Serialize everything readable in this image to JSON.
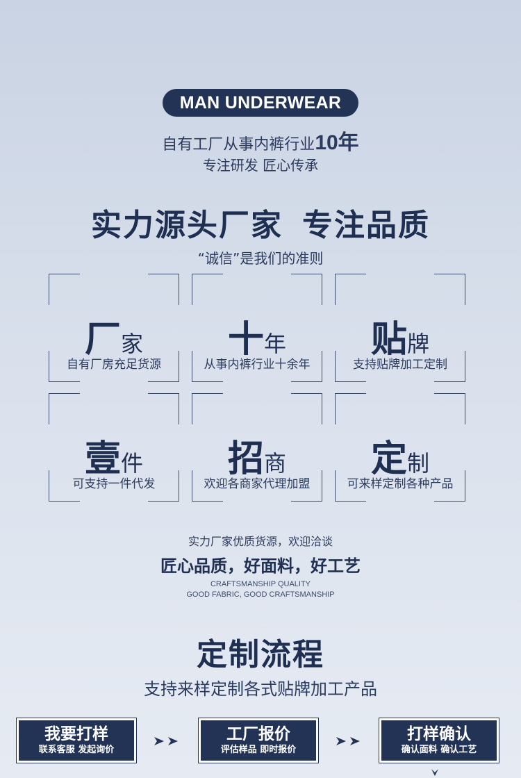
{
  "header": {
    "badge": "MAN UNDERWEAR",
    "intro_line1": "自有工厂从事内裤行业",
    "intro_years": "10年",
    "intro_line2": "专注研发  匠心传承"
  },
  "section1": {
    "title_part1": "实力源头厂家",
    "title_part2": "专注品质",
    "motto": "“诚信”是我们的准则"
  },
  "features": [
    {
      "big": "厂",
      "small": "家",
      "desc": "自有厂房充足货源"
    },
    {
      "big": "十",
      "small": "年",
      "desc": "从事内裤行业十余年"
    },
    {
      "big": "贴",
      "small": "牌",
      "desc": "支持贴牌加工定制"
    },
    {
      "big": "壹",
      "small": "件",
      "desc": "可支持一件代发"
    },
    {
      "big": "招",
      "small": "商",
      "desc": "欢迎各商家代理加盟"
    },
    {
      "big": "定",
      "small": "制",
      "desc": "可来样定制各种产品"
    }
  ],
  "tagline": {
    "line1": "实力厂家优质货源，欢迎洽谈",
    "line2": "匠心品质，好面料，好工艺",
    "en1": "CRAFTSMANSHIP QUALITY",
    "en2": "GOOD FABRIC, GOOD CRAFTSMANSHIP"
  },
  "process": {
    "title": "定制流程",
    "subtitle": "支持来样定制各式贴牌加工产品",
    "steps": [
      {
        "title": "我要打样",
        "sub": "联系客服 发起询价"
      },
      {
        "title": "工厂报价",
        "sub": "评估样品 即时报价"
      },
      {
        "title": "打样确认",
        "sub": "确认面料 确认工艺"
      }
    ]
  },
  "colors": {
    "primary": "#223356",
    "text": "#26365a",
    "background": "#d9e0ec"
  }
}
